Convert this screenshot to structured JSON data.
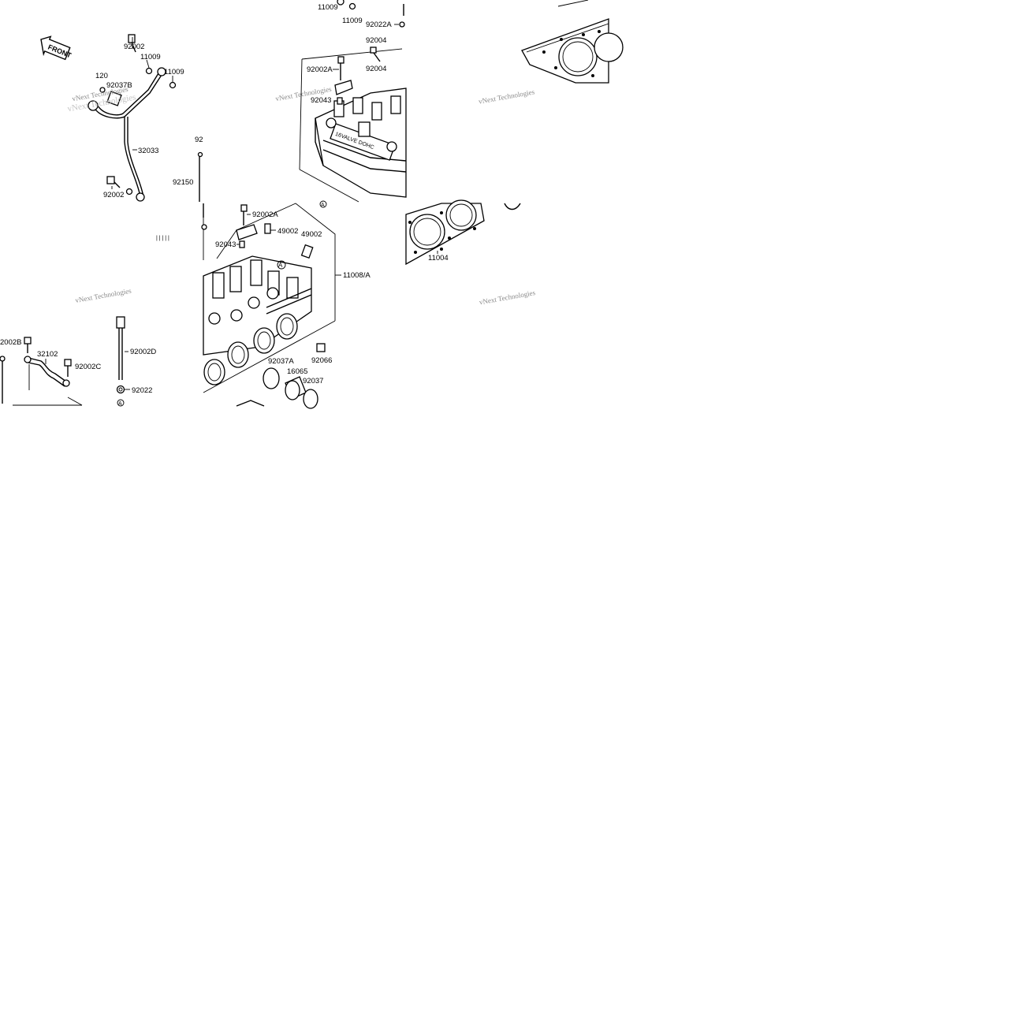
{
  "labels": {
    "p92002_a": "92002",
    "p11009_a": "11009",
    "p11009_b": "11009",
    "p120": "120",
    "p92037B": "92037B",
    "p32033": "32033",
    "p92002_b": "92002",
    "p92150": "92150",
    "p92_cut": "92",
    "p11009_top1": "11009",
    "p11009_top2": "11009",
    "p92022A": "92022A",
    "p92004_a": "92004",
    "p92004_b": "92004",
    "p92002A_top": "92002A",
    "p92043_top": "92043",
    "p92002A_mid": "92002A",
    "p49002_a": "49002",
    "p49002_b": "49002",
    "p92043_mid": "92043",
    "p11008A": "11008/A",
    "p92066": "92066",
    "p92037A": "92037A",
    "p16065": "16065",
    "p92037": "92037",
    "p11004": "11004",
    "p2002B": "2002B",
    "p32102": "32102",
    "p92002C": "92002C",
    "p92002D": "92002D",
    "p92022": "92022",
    "markA_1": "A",
    "markA_2": "A",
    "markA_3": "A",
    "front_arrow": "FRONT",
    "head_cast_text": "16VALVE DOHC",
    "ref_ticks": "| | | | |"
  },
  "watermarks": [
    "vNext Technologies",
    "vNext Technologies",
    "vNext Technologies",
    "vNext Technologies",
    "vNext Technologies",
    "vNext Technologies"
  ],
  "icons": {
    "front": "front-arrow-icon",
    "marker": "circled-letter-marker"
  }
}
